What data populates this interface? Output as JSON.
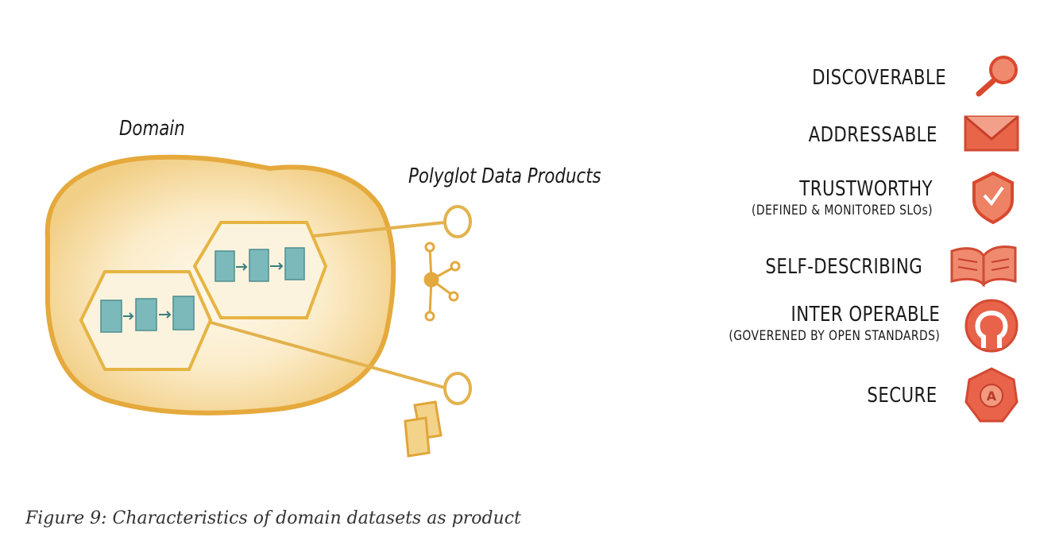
{
  "diagram": {
    "domain_label": "Domain",
    "polyglot_label": "Polyglot Data Products",
    "characteristics": [
      {
        "title": "DISCOVERABLE",
        "subtitle": "",
        "icon": "magnifier-icon"
      },
      {
        "title": "ADDRESSABLE",
        "subtitle": "",
        "icon": "envelope-icon"
      },
      {
        "title": "TRUSTWORTHY",
        "subtitle": "(DEFINED & MONITORED SLOs)",
        "icon": "shield-check-icon"
      },
      {
        "title": "SELF-DESCRIBING",
        "subtitle": "",
        "icon": "open-book-icon"
      },
      {
        "title": "INTER OPERABLE",
        "subtitle": "(GOVERENED BY OPEN STANDARDS)",
        "icon": "open-source-icon"
      },
      {
        "title": "SECURE",
        "subtitle": "",
        "icon": "security-badge-icon"
      }
    ],
    "colors": {
      "domain_blob": "#e8a93a",
      "domain_fill": "#f6dfae",
      "hexagon": "#e8b54a",
      "dataset_block": "#6fb3b6",
      "icon_red": "#e0553c",
      "connector": "#e0b04e"
    }
  },
  "caption": "Figure 9: Characteristics of domain datasets as product"
}
